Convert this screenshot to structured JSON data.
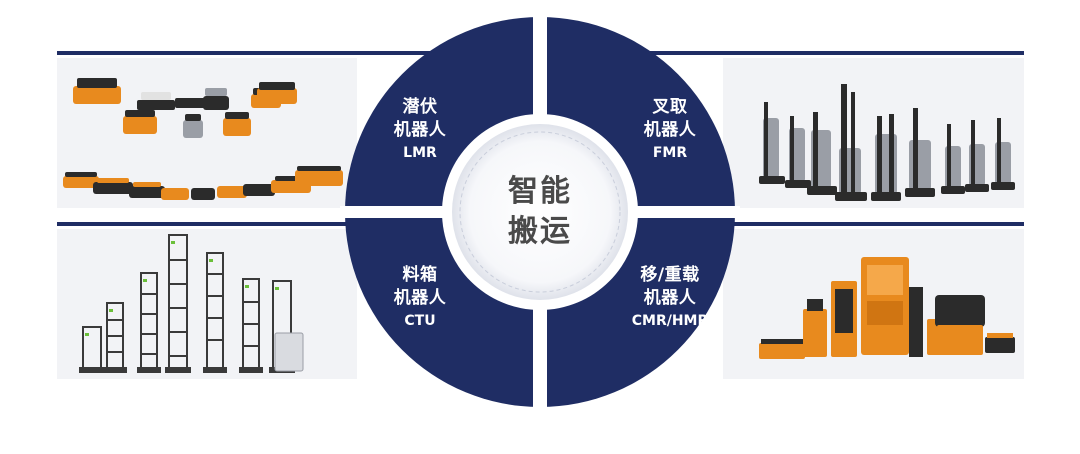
{
  "center": {
    "line1": "智能",
    "line2": "搬运"
  },
  "segments": [
    {
      "id": "lmr",
      "line1": "潜伏",
      "line2": "机器人",
      "code": "LMR"
    },
    {
      "id": "fmr",
      "line1": "叉取",
      "line2": "机器人",
      "code": "FMR"
    },
    {
      "id": "ctu",
      "line1": "料箱",
      "line2": "机器人",
      "code": "CTU"
    },
    {
      "id": "cmr",
      "line1": "移/重载",
      "line2": "机器人",
      "code": "CMR/HMR"
    }
  ],
  "colors": {
    "ring": "#1f2d64",
    "inner": "#ffffff",
    "robot_orange": "#e88a1e",
    "robot_dark": "#2b2b2b",
    "robot_gray": "#9a9ea6",
    "panel_bg": "#f2f3f6"
  },
  "images": {
    "top_left": "latent-robots-image",
    "top_right": "forklift-robots-image",
    "bottom_left": "tote-robots-image",
    "bottom_right": "heavy-load-robots-image"
  }
}
